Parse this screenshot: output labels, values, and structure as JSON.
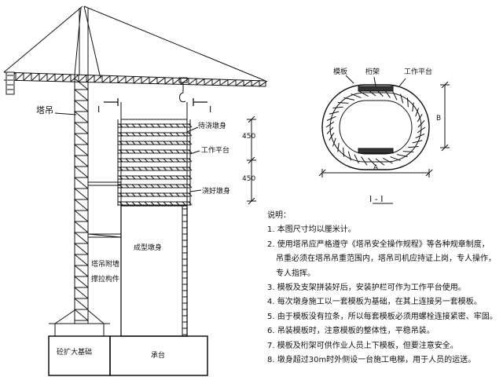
{
  "labels": {
    "tower_crane": "塔吊",
    "pouring_pier": "待浇墩身",
    "work_platform": "工作平台",
    "poured_pier": "浇好墩身",
    "formed_pier": "成型墩身",
    "tie_member_line1": "塔吊附墙",
    "tie_member_line2": "撑拉构件",
    "crane_foundation": "砼扩大基础",
    "pile_cap": "承台",
    "dim_450_top": "450",
    "dim_450_bottom": "450",
    "section_mark_left": "I",
    "section_mark_right": "I"
  },
  "section": {
    "formwork": "模板",
    "truss": "桁架",
    "work_platform": "工作平台",
    "dim_a": "A",
    "dim_b": "B",
    "title": "I - I"
  },
  "notes": {
    "heading": "说明：",
    "items": [
      {
        "num": "1.",
        "lines": [
          "本图尺寸均以厘米计。"
        ]
      },
      {
        "num": "2.",
        "lines": [
          "使用塔吊应严格遵守《塔吊安全操作规程》等各种规章制度，",
          "吊重必须在塔吊吊重范围内，塔吊司机应持证上岗，专人操作，",
          "专人指挥。"
        ]
      },
      {
        "num": "3.",
        "lines": [
          "模板及支架拼装好后，安装护栏可作为工作平台使用。"
        ]
      },
      {
        "num": "4.",
        "lines": [
          "每次墩身施工以一套模板为基础，在其上连接另一套模板。"
        ]
      },
      {
        "num": "5.",
        "lines": [
          "由于模板没有拉条，所以每套模板必须用螺栓连接紧密、牢固。"
        ]
      },
      {
        "num": "6.",
        "lines": [
          "吊装模板时，注意模板的整体性，平稳吊装。"
        ]
      },
      {
        "num": "7.",
        "lines": [
          "模板及桁架可供作业人员上下模板，但要注意安全。"
        ]
      },
      {
        "num": "8.",
        "lines": [
          "墩身超过30m时外侧设一台施工电梯，用于人员的运送。"
        ]
      }
    ]
  }
}
